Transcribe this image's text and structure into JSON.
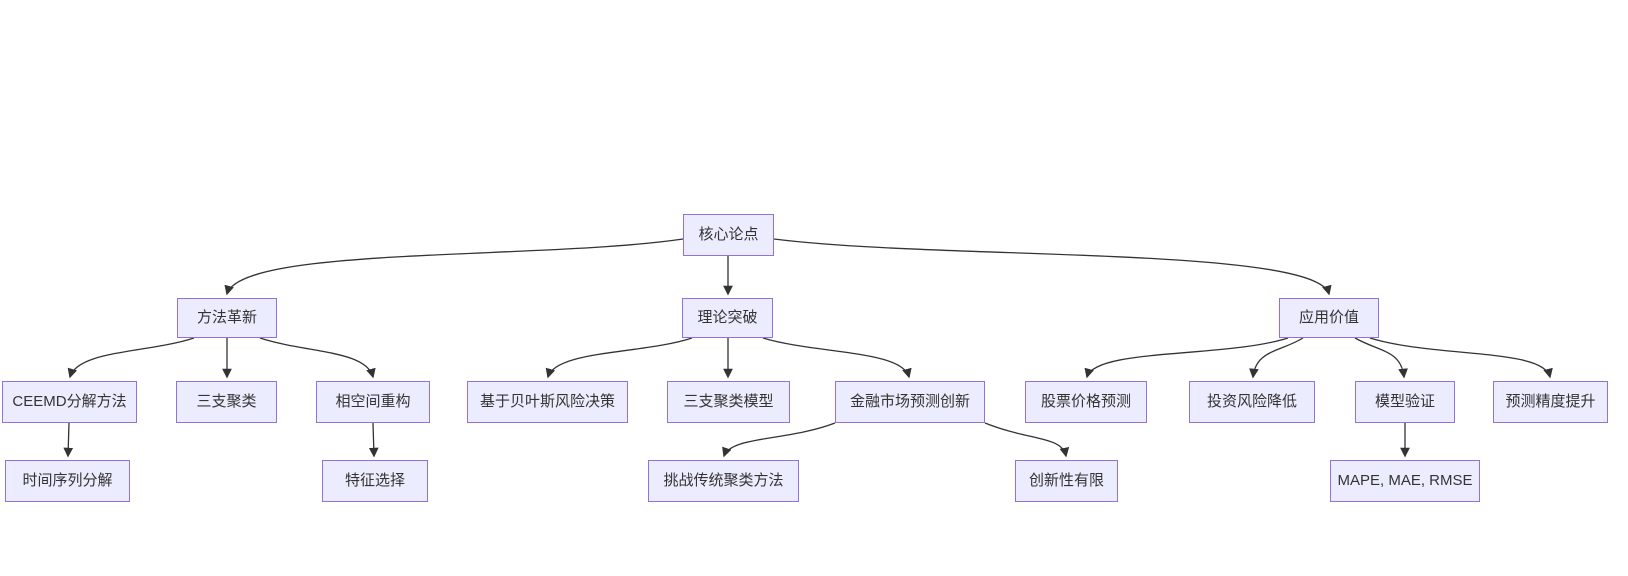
{
  "diagram": {
    "type": "flowchart-top-down",
    "colors": {
      "background": "#FFFFFF",
      "node_fill": "#ECECFF",
      "node_border": "#9370DB",
      "node_text": "#333333",
      "edge_stroke": "#333333"
    },
    "nodes": [
      {
        "id": "core",
        "label": "核心论点",
        "level": 1
      },
      {
        "id": "method",
        "label": "方法革新",
        "level": 2
      },
      {
        "id": "theory",
        "label": "理论突破",
        "level": 2
      },
      {
        "id": "application",
        "label": "应用价值",
        "level": 2
      },
      {
        "id": "ceemd",
        "label": "CEEMD分解方法",
        "level": 3
      },
      {
        "id": "threeway",
        "label": "三支聚类",
        "level": 3
      },
      {
        "id": "phase",
        "label": "相空间重构",
        "level": 3
      },
      {
        "id": "bayes",
        "label": "基于贝叶斯风险决策",
        "level": 3
      },
      {
        "id": "threemodel",
        "label": "三支聚类模型",
        "level": 3
      },
      {
        "id": "finance",
        "label": "金融市场预测创新",
        "level": 3
      },
      {
        "id": "stock",
        "label": "股票价格预测",
        "level": 3
      },
      {
        "id": "invest",
        "label": "投资风险降低",
        "level": 3
      },
      {
        "id": "modelval",
        "label": "模型验证",
        "level": 3
      },
      {
        "id": "precision",
        "label": "预测精度提升",
        "level": 3
      },
      {
        "id": "timeseries",
        "label": "时间序列分解",
        "level": 4
      },
      {
        "id": "feature",
        "label": "特征选择",
        "level": 4
      },
      {
        "id": "challenge",
        "label": "挑战传统聚类方法",
        "level": 4
      },
      {
        "id": "limited",
        "label": "创新性有限",
        "level": 4
      },
      {
        "id": "mape",
        "label": "MAPE, MAE, RMSE",
        "level": 4
      }
    ],
    "edges": [
      {
        "from": "core",
        "to": "method"
      },
      {
        "from": "core",
        "to": "theory"
      },
      {
        "from": "core",
        "to": "application"
      },
      {
        "from": "method",
        "to": "ceemd"
      },
      {
        "from": "method",
        "to": "threeway"
      },
      {
        "from": "method",
        "to": "phase"
      },
      {
        "from": "theory",
        "to": "bayes"
      },
      {
        "from": "theory",
        "to": "threemodel"
      },
      {
        "from": "theory",
        "to": "finance"
      },
      {
        "from": "application",
        "to": "stock"
      },
      {
        "from": "application",
        "to": "invest"
      },
      {
        "from": "application",
        "to": "modelval"
      },
      {
        "from": "application",
        "to": "precision"
      },
      {
        "from": "ceemd",
        "to": "timeseries"
      },
      {
        "from": "phase",
        "to": "feature"
      },
      {
        "from": "finance",
        "to": "challenge"
      },
      {
        "from": "finance",
        "to": "limited"
      },
      {
        "from": "modelval",
        "to": "mape"
      }
    ]
  }
}
